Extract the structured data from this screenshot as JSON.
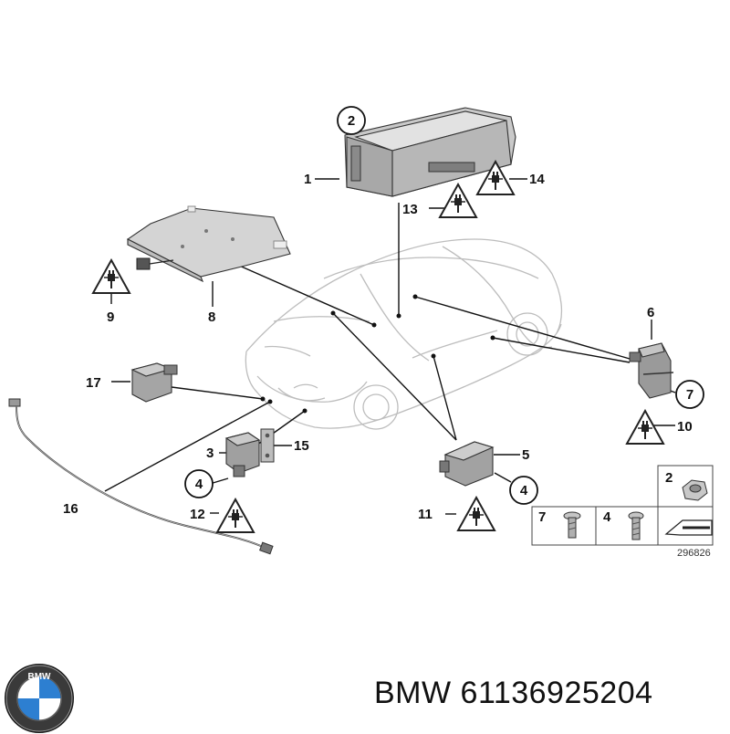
{
  "diagram": {
    "callouts": {
      "n1": "1",
      "n2": "2",
      "n3": "3",
      "n4a": "4",
      "n4b": "4",
      "n5": "5",
      "n6": "6",
      "n7": "7",
      "n8": "8",
      "n9": "9",
      "n10": "10",
      "n11": "11",
      "n12": "12",
      "n13": "13",
      "n14": "14",
      "n15": "15",
      "n16": "16",
      "n17": "17"
    },
    "legend": {
      "item2": "2",
      "item7": "7",
      "item4": "4"
    },
    "reference_number": "296826"
  },
  "caption": {
    "brand_logo_text": "BMW",
    "part_label": "BMW 61136925204"
  }
}
